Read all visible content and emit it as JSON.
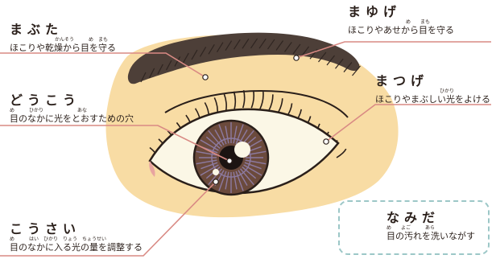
{
  "labels": {
    "mabuta": {
      "title": "まぶた",
      "ruby": "かんそう　　　め　まも",
      "desc": "ほこりや乾燥から目を守る"
    },
    "mayuge": {
      "title": "まゆげ",
      "ruby": "め　　まも",
      "desc": "ほこりやあせから目を守る"
    },
    "matsuge": {
      "title": "まつげ",
      "ruby": "ひかり",
      "desc": "ほこりやまぶしい光をよける"
    },
    "doukou": {
      "title": "どうこう",
      "ruby": "め　　　ひかり　　　　　　　あな",
      "desc": "目のなかに光をとおすための穴"
    },
    "kousai": {
      "title": "こうさい",
      "ruby": "め　　　はい　ひかり　りょう　ちょうせい",
      "desc": "目のなかに入る光の量を調整する"
    },
    "namida": {
      "title": "なみだ",
      "ruby": "め　　よご　　　あら",
      "desc": "目の汚れを洗いながす"
    }
  },
  "colors": {
    "skin": "#f8dca4",
    "brow": "#4d3f38",
    "outline": "#2a1f1a",
    "eye_white": "#fbf7e6",
    "iris": "#6b4a3c",
    "iris_rays": "#8c7aa0",
    "pupil": "#1c1412",
    "leader_line": "#d98a84",
    "tear_drop": "#8fb1ba",
    "box_border": "#9cc7c7"
  },
  "icons": [
    "eye-illustration",
    "tear-drop-icon"
  ]
}
